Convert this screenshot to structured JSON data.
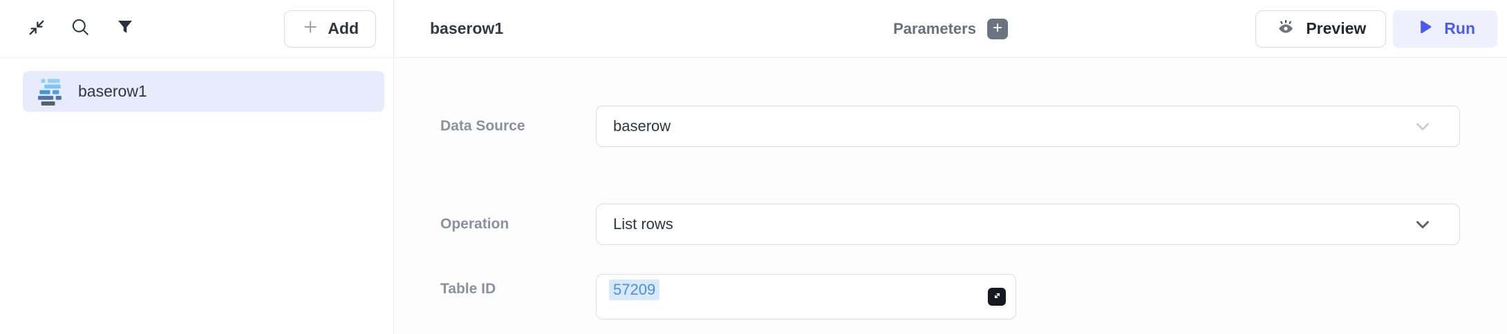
{
  "colors": {
    "accent": "#4a5cf0",
    "run_button_bg": "#eef0fd",
    "selected_item_bg": "#e7ebfc",
    "token_text": "#4a8fe6",
    "token_bg": "#d9e9fc",
    "label_gray": "#8a919e",
    "text_dark": "#2f3540",
    "field_border": "#d9dde3"
  },
  "sidebar": {
    "icons": [
      "collapse-icon",
      "search-icon",
      "filter-icon"
    ],
    "add_button": {
      "label": "Add",
      "icon": "plus-icon"
    },
    "items": [
      {
        "label": "baserow1",
        "icon": "baserow-icon",
        "selected": true
      }
    ]
  },
  "header": {
    "title": "baserow1",
    "parameters": {
      "label": "Parameters",
      "add_icon": "plus-icon"
    },
    "preview_button": {
      "label": "Preview",
      "icon": "eye-icon"
    },
    "run_button": {
      "label": "Run",
      "icon": "play-icon"
    }
  },
  "form": {
    "fields": [
      {
        "label": "Data Source",
        "value": "baserow",
        "type": "select"
      },
      {
        "label": "Operation",
        "value": "List rows",
        "type": "select"
      },
      {
        "label": "Table ID",
        "value": "57209",
        "type": "code-input",
        "expand_icon": "expand-icon"
      }
    ]
  }
}
